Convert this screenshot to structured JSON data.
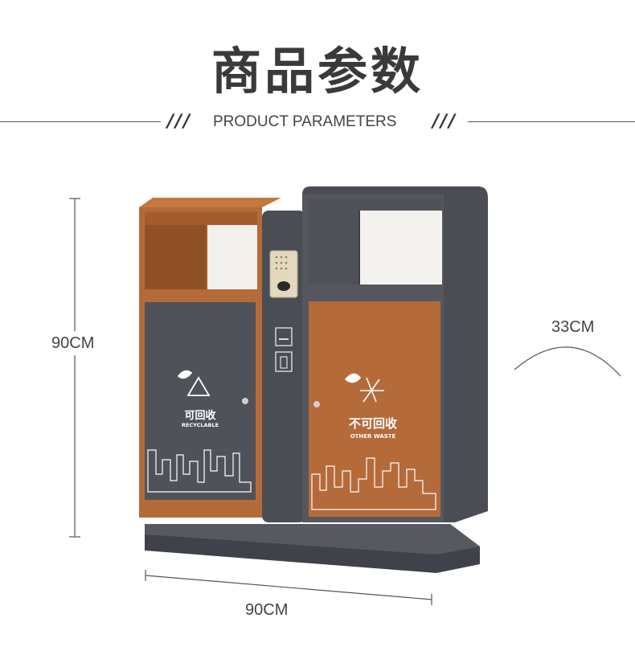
{
  "header": {
    "title": "商品参数",
    "subtitle": "PRODUCT PARAMETERS",
    "slash_left": "///",
    "slash_right": "///"
  },
  "dimensions": {
    "height": "90CM",
    "width": "90CM",
    "depth": "33CM"
  },
  "bins": {
    "left": {
      "label_cn": "可回收",
      "label_en": "RECYCLABLE"
    },
    "right": {
      "label_cn": "不可回收",
      "label_en": "OTHER WASTE"
    }
  },
  "colors": {
    "brown": "#b56a3a",
    "dark_gray": "#4a4e54",
    "panel_gray": "#54585e",
    "base_gray": "#3f4349"
  }
}
